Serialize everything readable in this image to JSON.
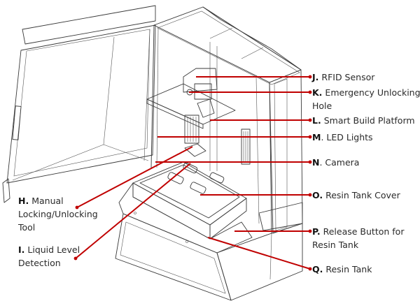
{
  "diagram": {
    "title": "",
    "leader_color": "#c00000",
    "callouts": [
      {
        "id": "J",
        "key": "J.",
        "text": "RFID Sensor",
        "side": "right"
      },
      {
        "id": "K",
        "key": "K.",
        "text": "Emergency Unlocking",
        "text2": "Hole",
        "side": "right"
      },
      {
        "id": "L",
        "key": "L.",
        "text": "Smart Build Platform",
        "side": "right"
      },
      {
        "id": "M",
        "key": "M",
        "text": ". LED Lights",
        "side": "right"
      },
      {
        "id": "N",
        "key": "N",
        "text": ". Camera",
        "side": "right"
      },
      {
        "id": "O",
        "key": "O.",
        "text": "Resin Tank Cover",
        "side": "right"
      },
      {
        "id": "P",
        "key": "P.",
        "text": "Release Button for",
        "text2": "Resin Tank",
        "side": "right"
      },
      {
        "id": "Q",
        "key": "Q.",
        "text": "Resin Tank",
        "side": "right"
      },
      {
        "id": "H",
        "key": "H.",
        "text": "Manual",
        "text2": "Locking/Unlocking",
        "text3": "Tool",
        "side": "left"
      },
      {
        "id": "I",
        "key": "I.",
        "text": "Liquid Level",
        "text2": "Detection",
        "side": "left"
      }
    ]
  }
}
